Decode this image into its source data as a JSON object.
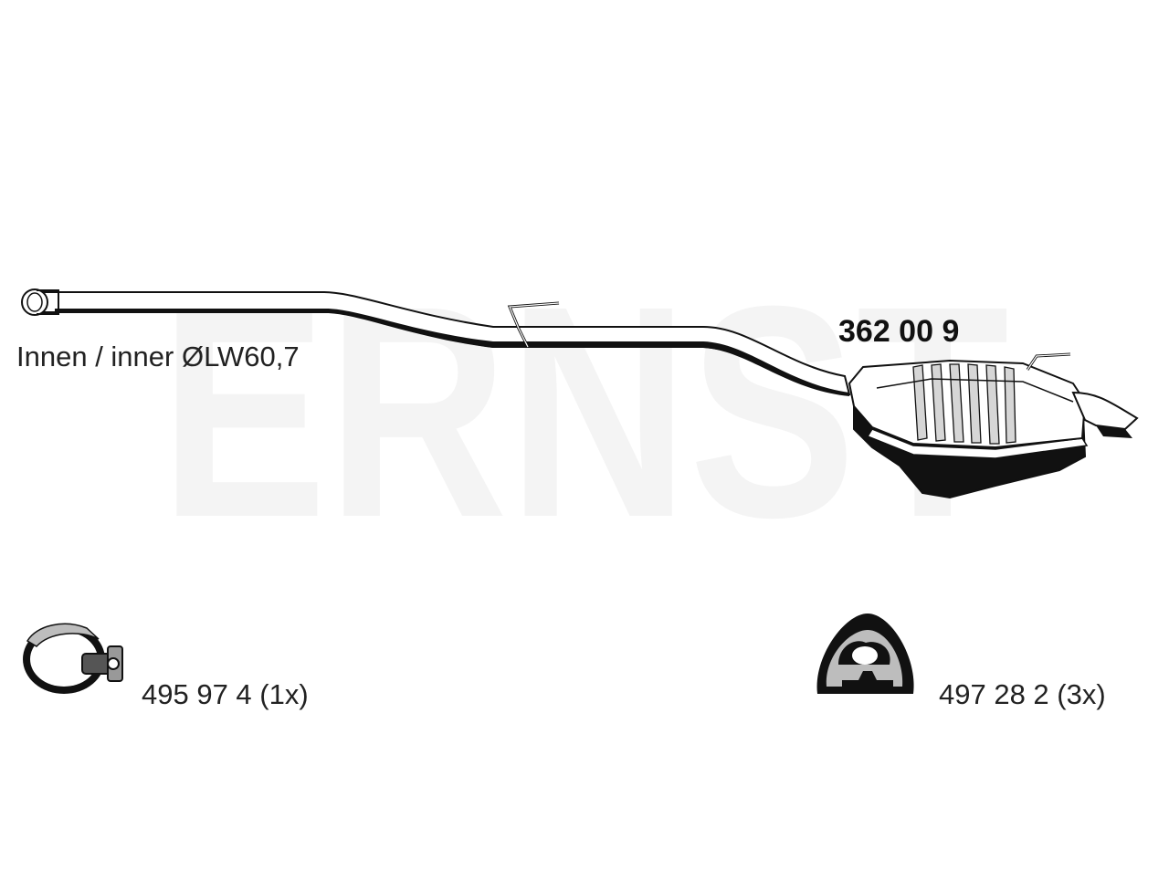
{
  "watermark": {
    "text": "ERNST",
    "color": "#f4f4f4"
  },
  "main_part": {
    "part_number": "362 00 9",
    "inner_diameter_label": "Innen / inner ØLW60,7"
  },
  "accessories": [
    {
      "part_number_label": "495 97 4 (1x)",
      "icon": "pipe-clamp-icon"
    },
    {
      "part_number_label": "497 28 2 (3x)",
      "icon": "rubber-hanger-icon"
    }
  ],
  "colors": {
    "outline": "#111111",
    "fill_light": "#ffffff",
    "shade": "#c8c8c8",
    "dark": "#111111"
  }
}
